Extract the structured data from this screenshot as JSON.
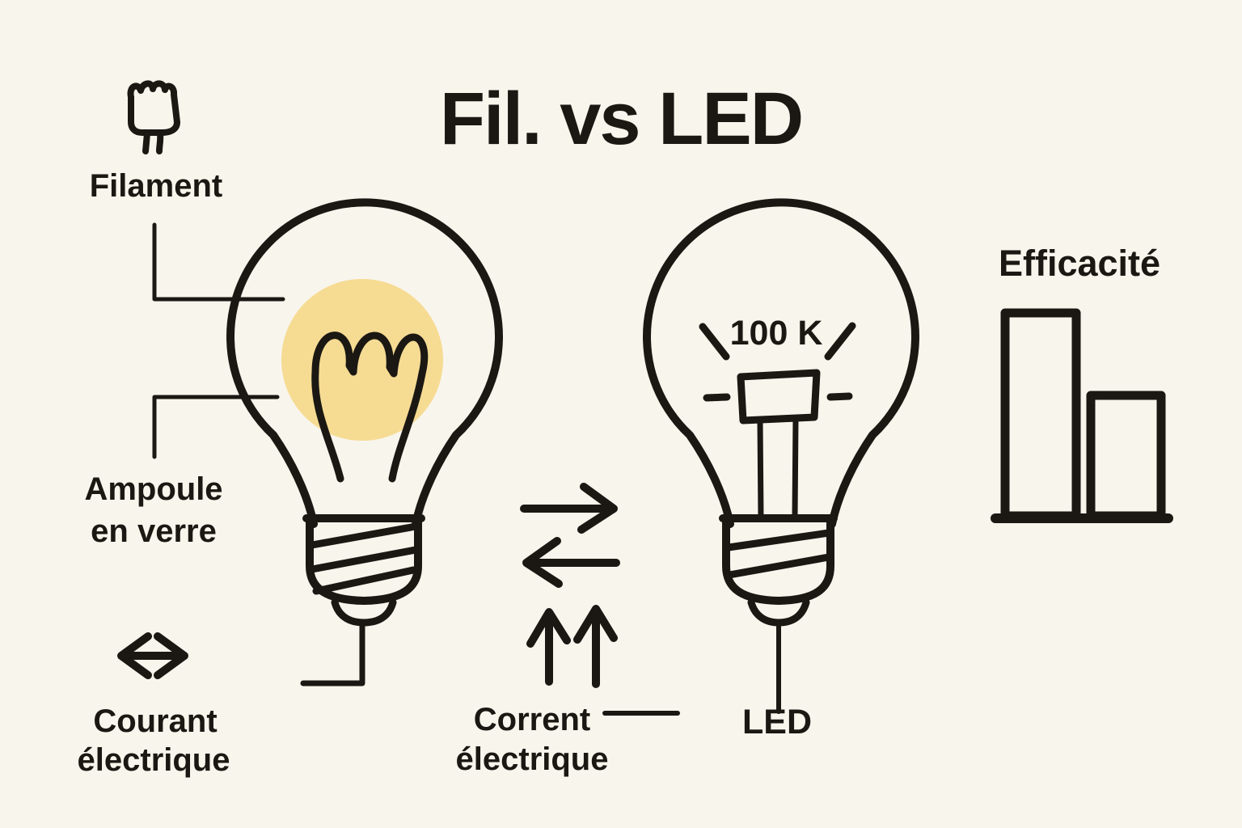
{
  "title": "Fil. vs LED",
  "labels": {
    "filament": "Filament",
    "glass1": "Ampoule",
    "glass2": "en verre",
    "courant1": "Courant",
    "courant2": "électrique",
    "corrent1": "Corrent",
    "corrent2": "électrique",
    "led": "LED",
    "efficiency": "Efficacité",
    "temperature": "100 K"
  },
  "colors": {
    "background": "#f8f5ec",
    "ink": "#1b1813",
    "glow": "#f6db93"
  },
  "icons": [
    "filament-coil-icon",
    "filament-bulb-icon",
    "led-bulb-icon",
    "led-chip-icon",
    "left-right-arrow-icon",
    "right-arrow-icon",
    "left-arrow-icon",
    "up-arrows-icon",
    "efficiency-bars-icon"
  ],
  "chart_data": {
    "type": "bar",
    "title": "Efficacité",
    "categories": [
      "bar-tall",
      "bar-short"
    ],
    "values": [
      100,
      60
    ],
    "xlabel": "",
    "ylabel": "",
    "note": "decorative outlined bar icon, tall bar left, short bar right"
  }
}
